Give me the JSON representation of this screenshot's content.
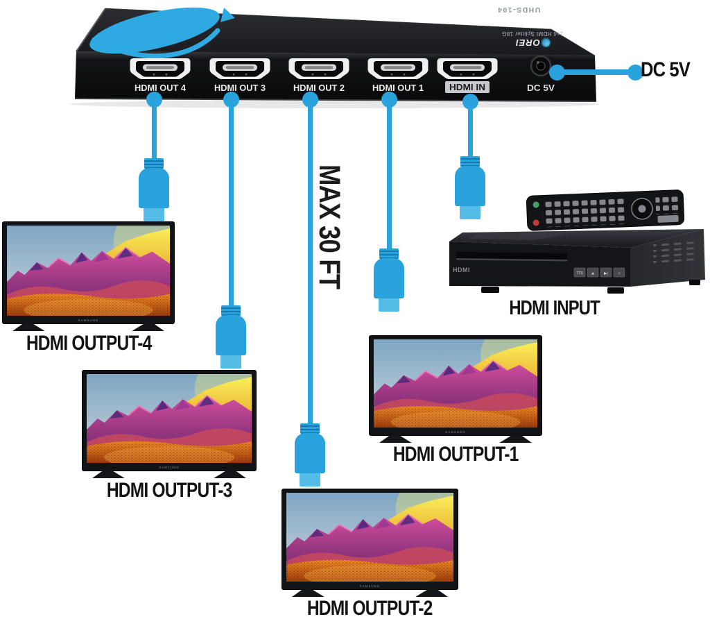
{
  "device": {
    "model": "UHDS-104",
    "brand": "OREI",
    "subtitle": "1x4 HDMI Splitter 18G",
    "ports": [
      {
        "label": "HDMI OUT 4"
      },
      {
        "label": "HDMI OUT 3"
      },
      {
        "label": "HDMI OUT 2"
      },
      {
        "label": "HDMI OUT 1"
      },
      {
        "label": "HDMI IN"
      }
    ],
    "power_port_label": "DC 5V"
  },
  "callouts": {
    "power_label": "DC 5V",
    "max_length": "MAX 30 FT",
    "input_label": "HDMI INPUT"
  },
  "outputs": [
    {
      "label": "HDMI OUTPUT-4"
    },
    {
      "label": "HDMI OUTPUT-3"
    },
    {
      "label": "HDMI OUTPUT-2"
    },
    {
      "label": "HDMI OUTPUT-1"
    }
  ],
  "source_device": {
    "front_logo": "HDMI",
    "buttons": [
      "TTS",
      "▲",
      "▶|",
      "○"
    ]
  },
  "tv": {
    "brand": "SAMSUNG"
  },
  "colors": {
    "accent_blue": "#2aa2dc",
    "cable_tip": "#55bce8",
    "label_black": "#141414"
  }
}
